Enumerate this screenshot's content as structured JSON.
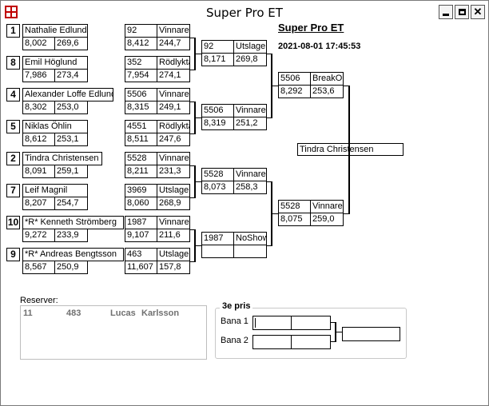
{
  "window": {
    "title": "Super Pro ET"
  },
  "event": {
    "name": "Super Pro ET",
    "datetime": "2021-08-01 17:45:53"
  },
  "round1": [
    {
      "seed": "1",
      "name": "Nathalie  Edlund",
      "rt": "8,002",
      "speed": "269,6"
    },
    {
      "seed": "8",
      "name": "Emil Höglund",
      "rt": "7,986",
      "speed": "273,4"
    },
    {
      "seed": "4",
      "name": "Alexander Loffe Edlund",
      "rt": "8,302",
      "speed": "253,0"
    },
    {
      "seed": "5",
      "name": "Niklas Öhlin",
      "rt": "8,612",
      "speed": "253,1"
    },
    {
      "seed": "2",
      "name": "Tindra Christensen",
      "rt": "8,091",
      "speed": "259,1"
    },
    {
      "seed": "7",
      "name": "Leif Magnil",
      "rt": "8,207",
      "speed": "254,7"
    },
    {
      "seed": "10",
      "name": "*R* Kenneth Strömberg",
      "rt": "9,272",
      "speed": "233,9"
    },
    {
      "seed": "9",
      "name": "*R* Andreas Bengtsson",
      "rt": "8,567",
      "speed": "250,9"
    }
  ],
  "round1_results": [
    {
      "num": "92",
      "result": "Vinnare",
      "et": "8,412",
      "speed": "244,7"
    },
    {
      "num": "352",
      "result": "Rödlykta",
      "et": "7,954",
      "speed": "274,1"
    },
    {
      "num": "5506",
      "result": "Vinnare",
      "et": "8,315",
      "speed": "249,1"
    },
    {
      "num": "4551",
      "result": "Rödlykta",
      "et": "8,511",
      "speed": "247,6"
    },
    {
      "num": "5528",
      "result": "Vinnare",
      "et": "8,211",
      "speed": "231,3"
    },
    {
      "num": "3969",
      "result": "Utslagen",
      "et": "8,060",
      "speed": "268,9"
    },
    {
      "num": "1987",
      "result": "Vinnare",
      "et": "9,107",
      "speed": "211,6"
    },
    {
      "num": "463",
      "result": "Utslagen",
      "et": "11,607",
      "speed": "157,8"
    }
  ],
  "round2": [
    {
      "num": "92",
      "result": "Utslagen",
      "et": "8,171",
      "speed": "269,8"
    },
    {
      "num": "5506",
      "result": "Vinnare",
      "et": "8,319",
      "speed": "251,2"
    },
    {
      "num": "5528",
      "result": "Vinnare",
      "et": "8,073",
      "speed": "258,3"
    },
    {
      "num": "1987",
      "result": "NoShow",
      "et": "",
      "speed": ""
    }
  ],
  "round3": [
    {
      "num": "5506",
      "result": "BreakOut",
      "et": "8,292",
      "speed": "253,6"
    },
    {
      "num": "5528",
      "result": "Vinnare",
      "et": "8,075",
      "speed": "259,0"
    }
  ],
  "winner": "Tindra Christensen",
  "reserves": {
    "label": "Reserver:",
    "rows": [
      {
        "pos": "11",
        "num": "483",
        "first": "Lucas",
        "last": "Karlsson"
      }
    ]
  },
  "third_place": {
    "label": "3e pris",
    "lane1": "Bana 1",
    "lane2": "Bana 2"
  }
}
